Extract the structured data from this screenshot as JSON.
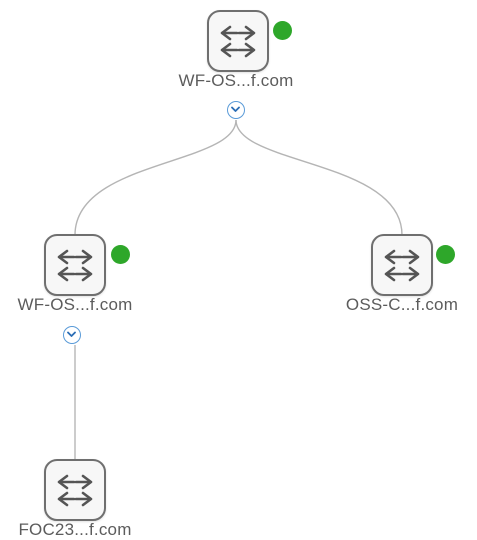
{
  "topology": {
    "root": {
      "label": "WF-OS...f.com",
      "status_color": "#2ea72a",
      "icon": "network-switch-icon",
      "expanded": true
    },
    "left_child": {
      "label": "WF-OS...f.com",
      "status_color": "#2ea72a",
      "icon": "network-switch-icon",
      "expanded": true
    },
    "right_child": {
      "label": "OSS-C...f.com",
      "status_color": "#2ea72a",
      "icon": "network-switch-icon"
    },
    "leaf": {
      "label": "FOC23...f.com",
      "icon": "network-switch-icon"
    },
    "toggle_icon": "chevron-down-icon"
  }
}
